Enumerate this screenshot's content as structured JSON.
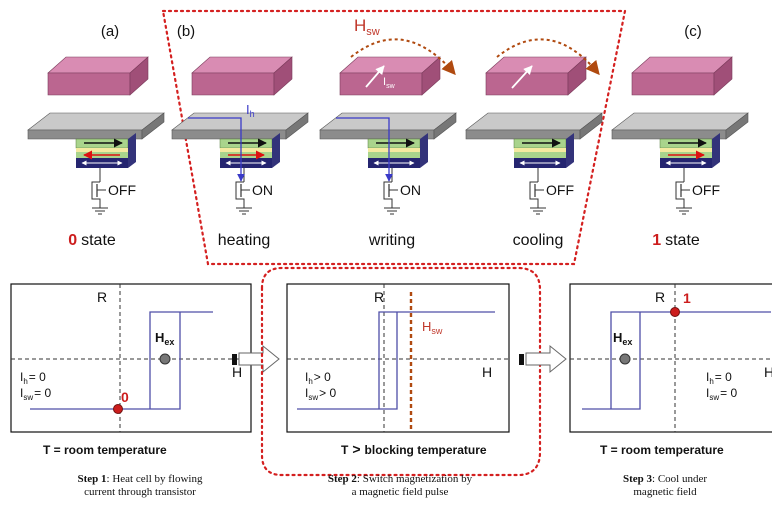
{
  "top_panels": {
    "a": {
      "tag": "(a)",
      "state_num": "0",
      "state_word": "state",
      "switch": "OFF"
    },
    "b": {
      "tag": "(b)",
      "field_label": "H",
      "field_sub": "sw",
      "heating": {
        "current": "I",
        "current_sub": "h",
        "switch": "ON",
        "label": "heating"
      },
      "writing": {
        "current_sub": "sw",
        "switch": "ON",
        "label": "writing"
      },
      "cooling": {
        "switch": "OFF",
        "label": "cooling"
      }
    },
    "c": {
      "tag": "(c)",
      "state_num": "1",
      "state_word": "state",
      "switch": "OFF"
    }
  },
  "graphs": [
    {
      "r": "R",
      "h": "H",
      "hex": "H",
      "hex_sub": "ex",
      "ih": "I",
      "ih_sub": "h",
      "ih_val": "= 0",
      "isw": "I",
      "isw_sub": "sw",
      "isw_val": "= 0",
      "marker": "0",
      "temp": "T = room temperature",
      "step_title": "Step 1",
      "step_text_1": ": Heat cell by flowing",
      "step_text_2": "current through transistor"
    },
    {
      "r": "R",
      "h": "H",
      "hsw": "H",
      "hsw_sub": "sw",
      "ih": "I",
      "ih_sub": "h",
      "ih_val": "> 0",
      "isw": "I",
      "isw_sub": "sw",
      "isw_val": "> 0",
      "temp_t": "T",
      "temp_gt": ">",
      "temp_rest": "blocking temperature",
      "step_title": "Step 2",
      "step_text_1": ": Switch magnetization by",
      "step_text_2": "a magnetic field pulse"
    },
    {
      "r": "R",
      "h": "H",
      "hex": "H",
      "hex_sub": "ex",
      "ih": "I",
      "ih_sub": "h",
      "ih_val": "= 0",
      "isw": "I",
      "isw_sub": "sw",
      "isw_val": "= 0",
      "marker": "1",
      "temp": "T = room temperature",
      "step_title": "Step 3",
      "step_text_1": ": Cool under",
      "step_text_2": "magnetic field"
    }
  ],
  "colors": {
    "pink_top": "#d98cb3",
    "pink_side": "#a04f78",
    "pink_front": "#bb6690",
    "gray_top": "#c9c9c9",
    "gray_front": "#8c8c8c",
    "green": "#a9d48c",
    "yellow": "#f4eaa0",
    "navy": "#252570",
    "red_dot": "#cc1d1d",
    "dotted_red": "#d42020",
    "curve": "#4f4fa8",
    "hsw_line": "#b04a10",
    "current": "#3a3ac8"
  }
}
